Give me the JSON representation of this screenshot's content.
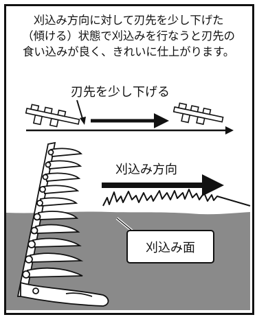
{
  "intro_lines": [
    "刈込み方向に対して刃先を少し下げた",
    "（傾ける）状態で刈込みを行なうと刃先の",
    "食い込みが良く、きれいに仕上がります。"
  ],
  "labels": {
    "lower_tip": "刃先を少し下げる",
    "cutting_direction": "刈込み方向",
    "cutting_surface": "刈込み面"
  },
  "colors": {
    "line": "#111111",
    "ground": "#8a8a8a",
    "background": "#ffffff"
  }
}
